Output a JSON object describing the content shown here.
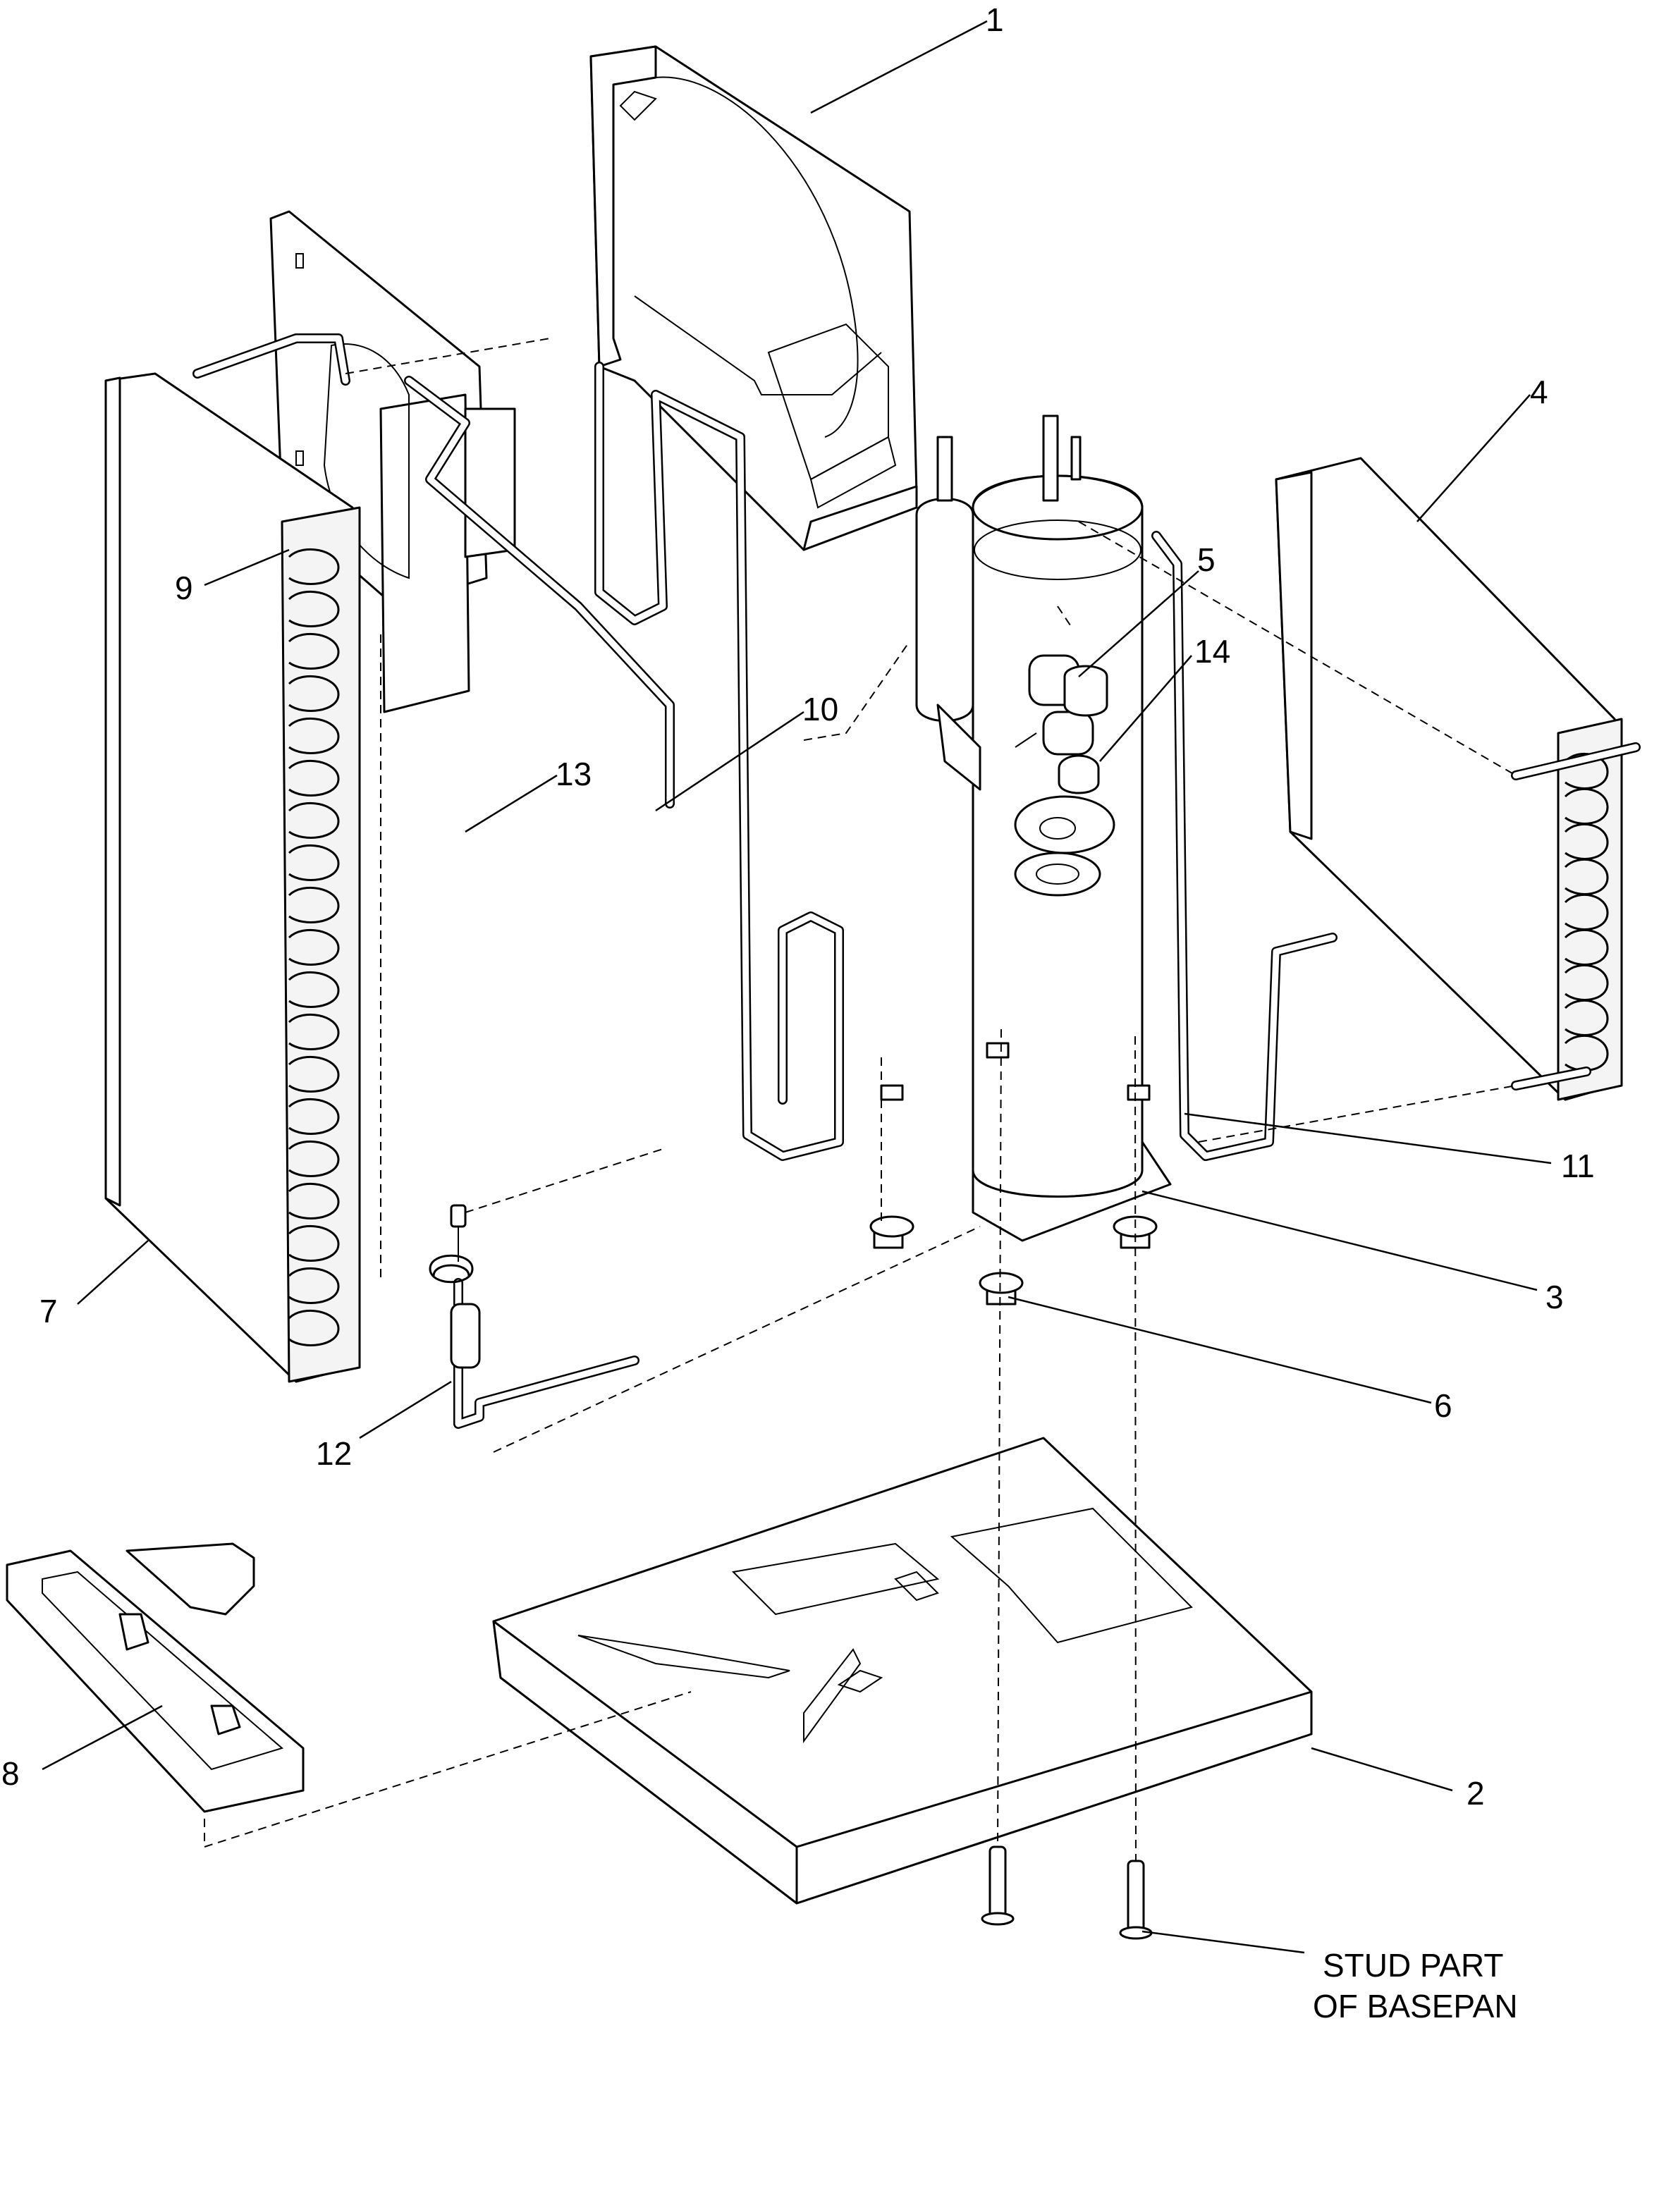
{
  "diagram": {
    "callouts": [
      {
        "id": "1",
        "label": "1"
      },
      {
        "id": "2",
        "label": "2"
      },
      {
        "id": "3",
        "label": "3"
      },
      {
        "id": "4",
        "label": "4"
      },
      {
        "id": "5",
        "label": "5"
      },
      {
        "id": "6",
        "label": "6"
      },
      {
        "id": "7",
        "label": "7"
      },
      {
        "id": "8",
        "label": "8"
      },
      {
        "id": "9",
        "label": "9"
      },
      {
        "id": "10",
        "label": "10"
      },
      {
        "id": "11",
        "label": "11"
      },
      {
        "id": "12",
        "label": "12"
      },
      {
        "id": "13",
        "label": "13"
      },
      {
        "id": "14",
        "label": "14"
      }
    ],
    "note": {
      "line1": "STUD PART",
      "line2": "OF BASEPAN"
    }
  }
}
